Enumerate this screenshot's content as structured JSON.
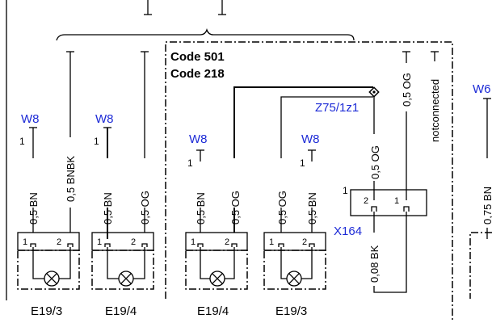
{
  "codes": {
    "code_a": "Code 501",
    "code_b": "Code 218"
  },
  "ground": {
    "label": "W8",
    "left_cut": "W6"
  },
  "components": {
    "lamp_1": "E19/3",
    "lamp_2": "E19/4",
    "lamp_3": "E19/4",
    "lamp_4": "E19/3"
  },
  "connectors": {
    "splice": "Z75/1z1",
    "plug": "X164"
  },
  "wires": {
    "bn": "0,5 BN",
    "bnbk": "0,5 BNBK",
    "og": "0,5 OG",
    "bk": "0,08 BK",
    "bn_right": "0,75 BN",
    "not_connected": "notconnected"
  },
  "pins": {
    "one": "1",
    "two": "2"
  },
  "colors": {
    "line": "#000000",
    "reference": "#1c2ad6"
  }
}
